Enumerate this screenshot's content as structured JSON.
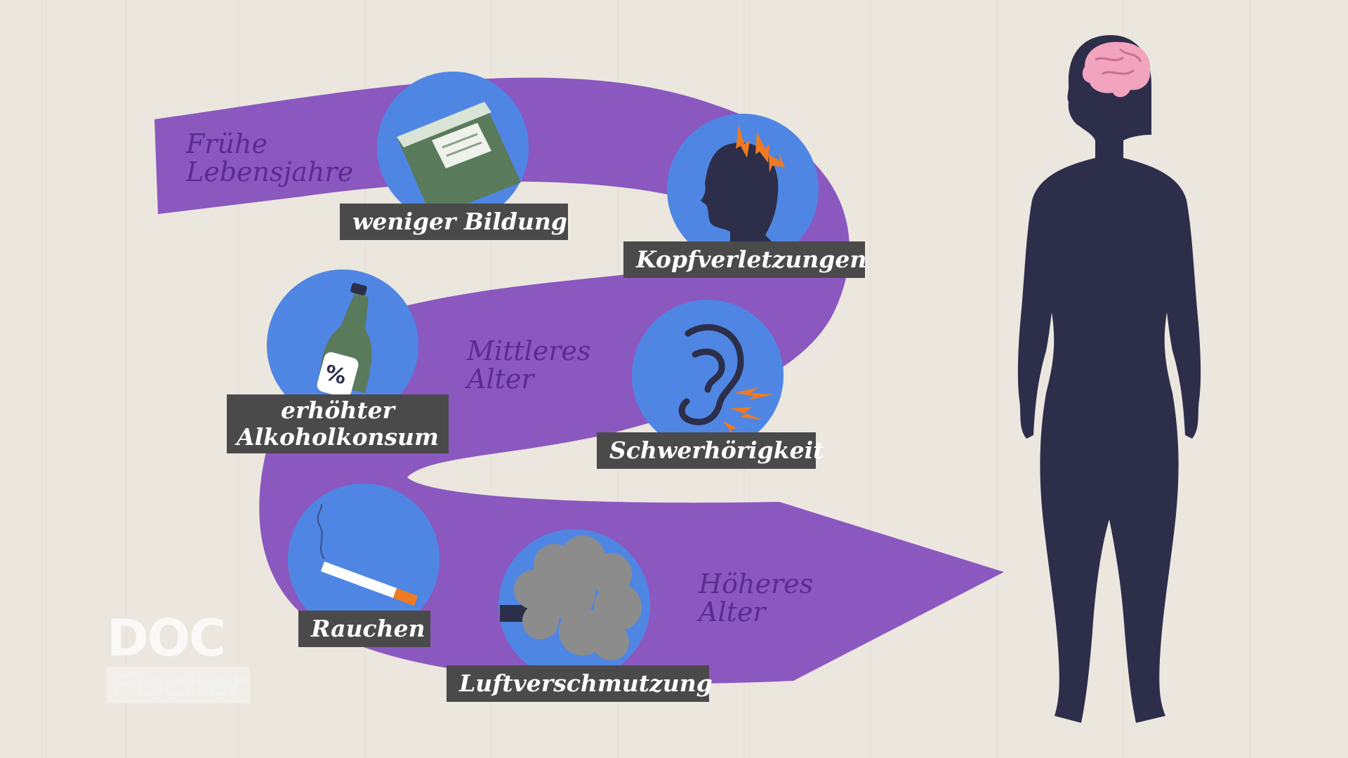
{
  "stages": {
    "early": [
      "Frühe",
      "Lebensjahre"
    ],
    "middle": [
      "Mittleres",
      "Alter"
    ],
    "late": [
      "Höheres",
      "Alter"
    ]
  },
  "risk_factors": {
    "education": "weniger Bildung",
    "head_injury": "Kopfverletzungen",
    "alcohol": [
      "erhöhter",
      "Alkoholkonsum"
    ],
    "hearing": "Schwerhörigkeit",
    "smoking": "Rauchen",
    "air_pollution": "Luftverschmutzung"
  },
  "book_icon_text": "",
  "bottle_label": "%",
  "logo": {
    "line1": "DOC",
    "line2": "Fischer"
  },
  "colors": {
    "path": "#8b58c0",
    "circle": "#4f86e3",
    "silhouette": "#2c2e4a",
    "brain": "#f2a3bd",
    "label_bg": "#4a4a4a",
    "stage_text": "#5a2c8e",
    "spark": "#f07a22"
  }
}
